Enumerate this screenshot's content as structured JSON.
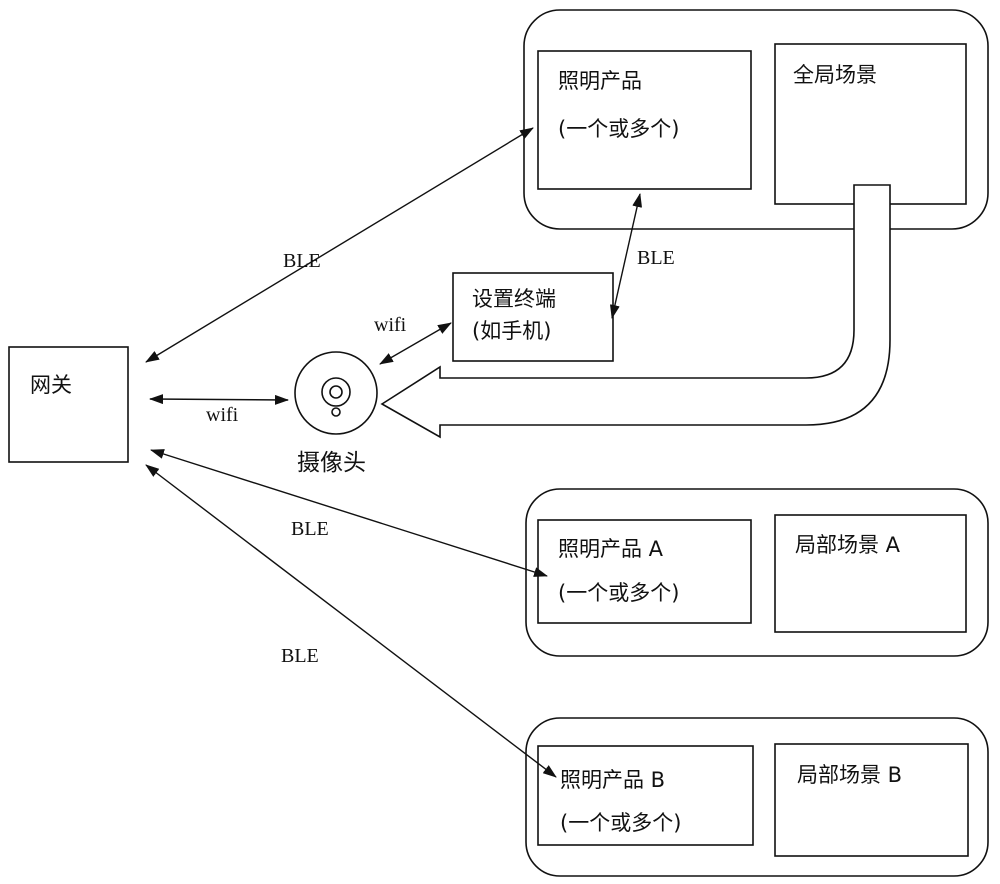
{
  "gateway": {
    "label": "网关"
  },
  "camera": {
    "label": "摄像头"
  },
  "setup_terminal": {
    "line1": "设置终端",
    "line2": "(如手机)"
  },
  "global_group": {
    "lighting": {
      "line1": "照明产品",
      "line2": "(一个或多个)"
    },
    "scene": {
      "label": "全局场景"
    }
  },
  "group_a": {
    "lighting": {
      "line1": "照明产品 A",
      "line2": "(一个或多个)"
    },
    "scene": {
      "label": "局部场景 A"
    }
  },
  "group_b": {
    "lighting": {
      "line1": "照明产品 B",
      "line2": "(一个或多个)"
    },
    "scene": {
      "label": "局部场景 B"
    }
  },
  "links": {
    "gateway_global": "BLE",
    "gateway_camera": "wifi",
    "camera_terminal": "wifi",
    "terminal_global": "BLE",
    "gateway_a": "BLE",
    "gateway_b": "BLE"
  },
  "colors": {
    "stroke": "#111111",
    "background": "#ffffff"
  }
}
